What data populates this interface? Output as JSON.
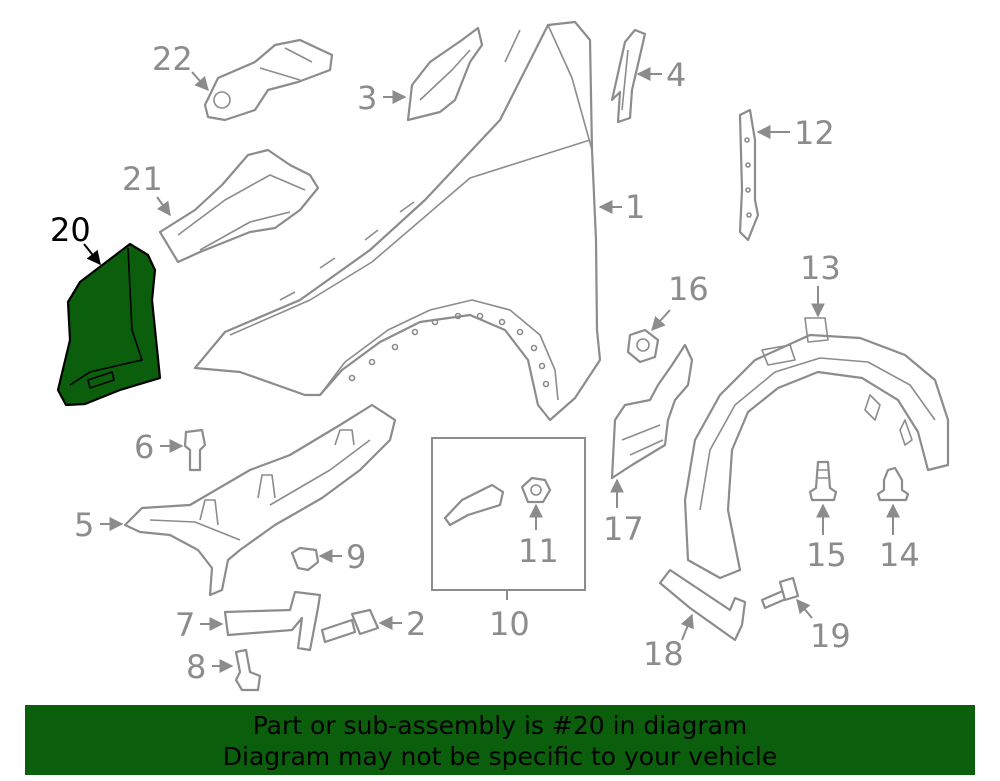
{
  "diagram": {
    "highlight_color": "#0b5e0b",
    "line_color": "#8c8c8c",
    "highlighted_part": "20",
    "callouts": {
      "c1": "1",
      "c2": "2",
      "c3": "3",
      "c4": "4",
      "c5": "5",
      "c6": "6",
      "c7": "7",
      "c8": "8",
      "c9": "9",
      "c10": "10",
      "c11": "11",
      "c12": "12",
      "c13": "13",
      "c14": "14",
      "c15": "15",
      "c16": "16",
      "c17": "17",
      "c18": "18",
      "c19": "19",
      "c20": "20",
      "c21": "21",
      "c22": "22"
    }
  },
  "banner": {
    "line1": "Part or sub-assembly is #20 in diagram",
    "line2": "Diagram may not be specific to your vehicle",
    "background": "#0b5e0b"
  }
}
